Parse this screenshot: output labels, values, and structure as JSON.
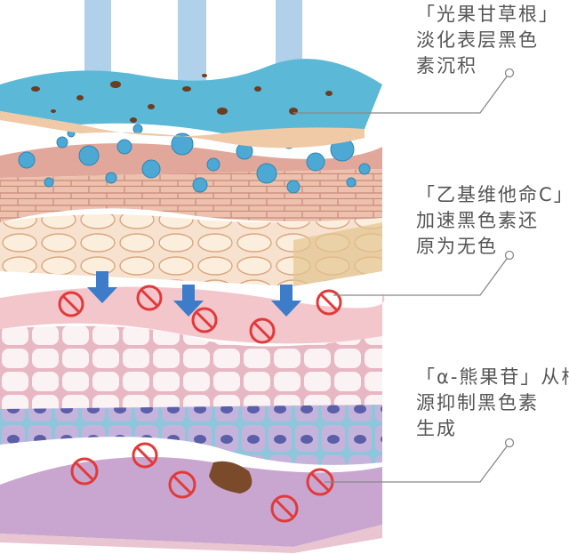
{
  "annotations": [
    {
      "ingredient": "「光果甘草根」",
      "effect_lines": [
        "淡化表层黑色",
        "素沉积"
      ]
    },
    {
      "ingredient": "「乙基维他命C」",
      "effect_lines": [
        "加速黑色素还",
        "原为无色"
      ]
    },
    {
      "ingredient": "「α-熊果苷」从根",
      "effect_lines": [
        "源抑制黑色素",
        "生成"
      ]
    }
  ],
  "colors": {
    "surface_layer": "#5bb8d6",
    "dermis_layer": "#e8b9a3",
    "cell_layer": "#f3c6cc",
    "base_layer": "#c9a6cf",
    "inhibit_mark": "#e23a3a",
    "arrow": "#3d7cc9",
    "text": "#555555"
  }
}
